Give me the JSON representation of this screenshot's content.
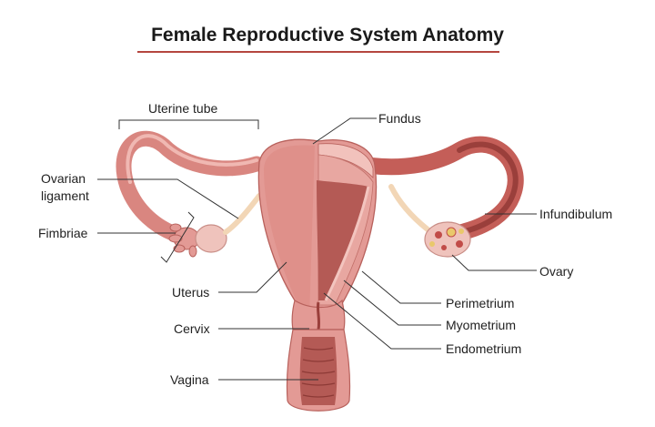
{
  "title": "Female Reproductive System Anatomy",
  "labels": {
    "uterine_tube": "Uterine tube",
    "fundus": "Fundus",
    "ovarian_ligament": "Ovarian\nligament",
    "fimbriae": "Fimbriae",
    "infundibulum": "Infundibulum",
    "ovary": "Ovary",
    "uterus": "Uterus",
    "perimetrium": "Perimetrium",
    "myometrium": "Myometrium",
    "cervix": "Cervix",
    "endometrium": "Endometrium",
    "vagina": "Vagina"
  },
  "colors": {
    "title_rule": "#b5463f",
    "outer_tissue": "#e39a95",
    "inner_cavity": "#b45a55",
    "ovary": "#efc3bc",
    "leader_line": "#333333"
  }
}
